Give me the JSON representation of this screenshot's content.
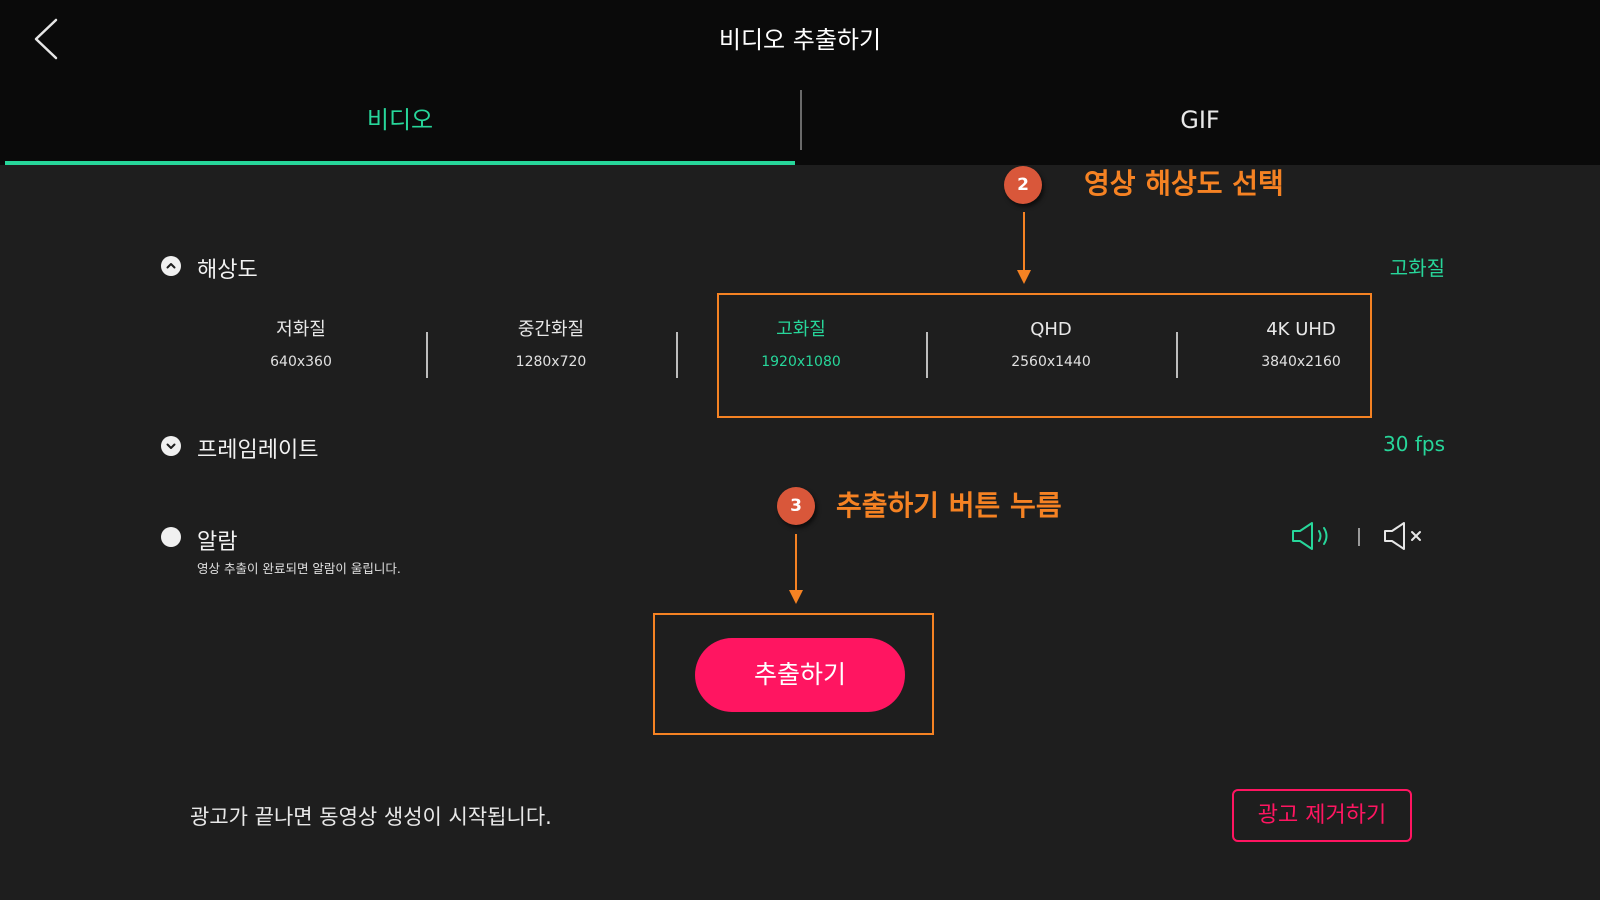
{
  "header": {
    "title": "비디오 추출하기",
    "back_icon": "chevron-left-icon"
  },
  "tabs": [
    {
      "label": "비디오",
      "selected": true
    },
    {
      "label": "GIF",
      "selected": false
    }
  ],
  "resolution": {
    "label": "해상도",
    "value": "고화질",
    "icon": "chevron-up-circle-icon",
    "options": [
      {
        "name": "저화질",
        "size": "640x360",
        "selected": false
      },
      {
        "name": "중간화질",
        "size": "1280x720",
        "selected": false
      },
      {
        "name": "고화질",
        "size": "1920x1080",
        "selected": true
      },
      {
        "name": "QHD",
        "size": "2560x1440",
        "selected": false
      },
      {
        "name": "4K UHD",
        "size": "3840x2160",
        "selected": false
      }
    ]
  },
  "framerate": {
    "label": "프레임레이트",
    "value": "30 fps",
    "icon": "chevron-down-circle-icon"
  },
  "alarm": {
    "label": "알람",
    "description": "영상 추출이 완료되면 알람이 울립니다.",
    "sound_on_icon": "speaker-on-icon",
    "sound_off_icon": "speaker-mute-icon",
    "sound_on_selected": true
  },
  "annotations": {
    "step2_badge": "2",
    "step2_text": "영상 해상도 선택",
    "step3_badge": "3",
    "step3_text": "추출하기 버튼 누름"
  },
  "extract_button": {
    "label": "추출하기"
  },
  "footer": {
    "message": "광고가 끝나면 동영상 생성이 시작됩니다.",
    "remove_ads_label": "광고 제거하기"
  },
  "colors": {
    "accent_green": "#27d69a",
    "accent_pink": "#ff1561",
    "annotation_orange": "#f58223",
    "background": "#1e1e1e",
    "header_background": "#0a0a0a"
  }
}
